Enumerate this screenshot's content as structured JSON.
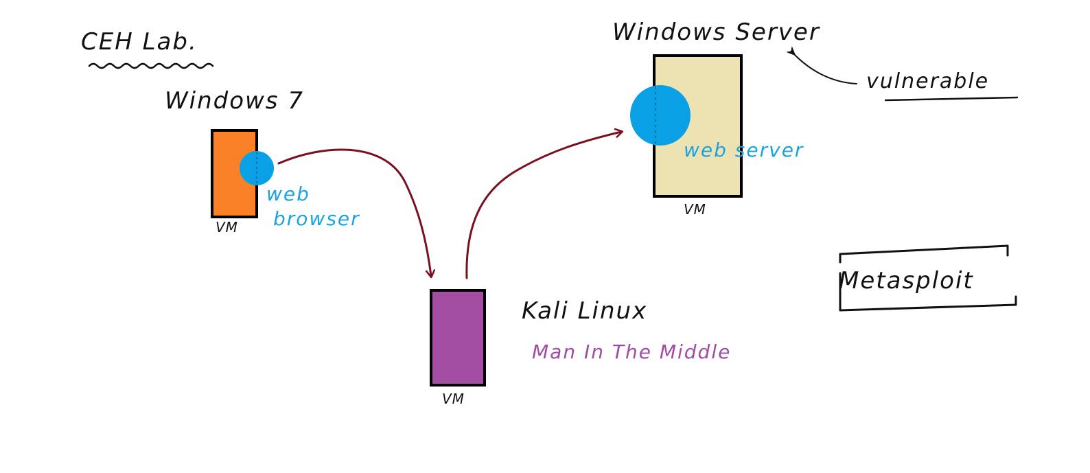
{
  "title": "CEH Lab.",
  "colors": {
    "ink": "#111111",
    "arrow": "#7a0f1f",
    "blue": "#0aa0e6",
    "windows7_box": "#fb8128",
    "kali_box": "#a34ea3",
    "server_box": "#ede2b1"
  },
  "windows7": {
    "title": "Windows 7",
    "vm_label": "VM",
    "component_line1": "web",
    "component_line2": "browser"
  },
  "windows_server": {
    "title": "Windows Server",
    "vm_label": "VM",
    "component": "web server"
  },
  "kali": {
    "title": "Kali Linux",
    "vm_label": "VM",
    "role": "Man In The Middle"
  },
  "annotations": {
    "vulnerable": "vulnerable",
    "metasploit": "Metasploit"
  }
}
